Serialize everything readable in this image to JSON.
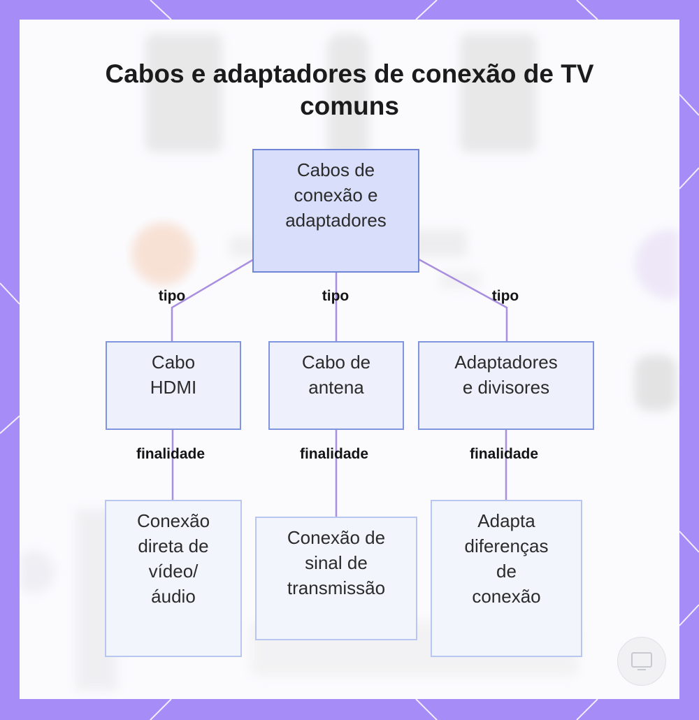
{
  "diagram": {
    "title": "Cabos e adaptadores de conexão de TV comuns",
    "root": {
      "label": "Cabos de\nconexão e\nadaptadores"
    },
    "branches": [
      {
        "edge_label": "tipo",
        "node": "Cabo\nHDMI",
        "purpose_label": "finalidade",
        "leaf": "Conexão\ndireta de\nvídeo/\náudio"
      },
      {
        "edge_label": "tipo",
        "node": "Cabo de\nantena",
        "purpose_label": "finalidade",
        "leaf": "Conexão de\nsinal de\ntransmissão"
      },
      {
        "edge_label": "tipo",
        "node": "Adaptadores\ne divisores",
        "purpose_label": "finalidade",
        "leaf": "Adapta\ndiferenças\nde\nconexão"
      }
    ]
  },
  "colors": {
    "frame": "#a58cf7",
    "card": "#fbfbfe",
    "edge": "#a98ee0",
    "node_border": "#7f95dd",
    "root_fill": "#d9defb",
    "node_fill": "#eef1fc",
    "leaf_fill": "#f3f5fd"
  },
  "icons": {
    "badge": "screen-watermark-icon"
  }
}
